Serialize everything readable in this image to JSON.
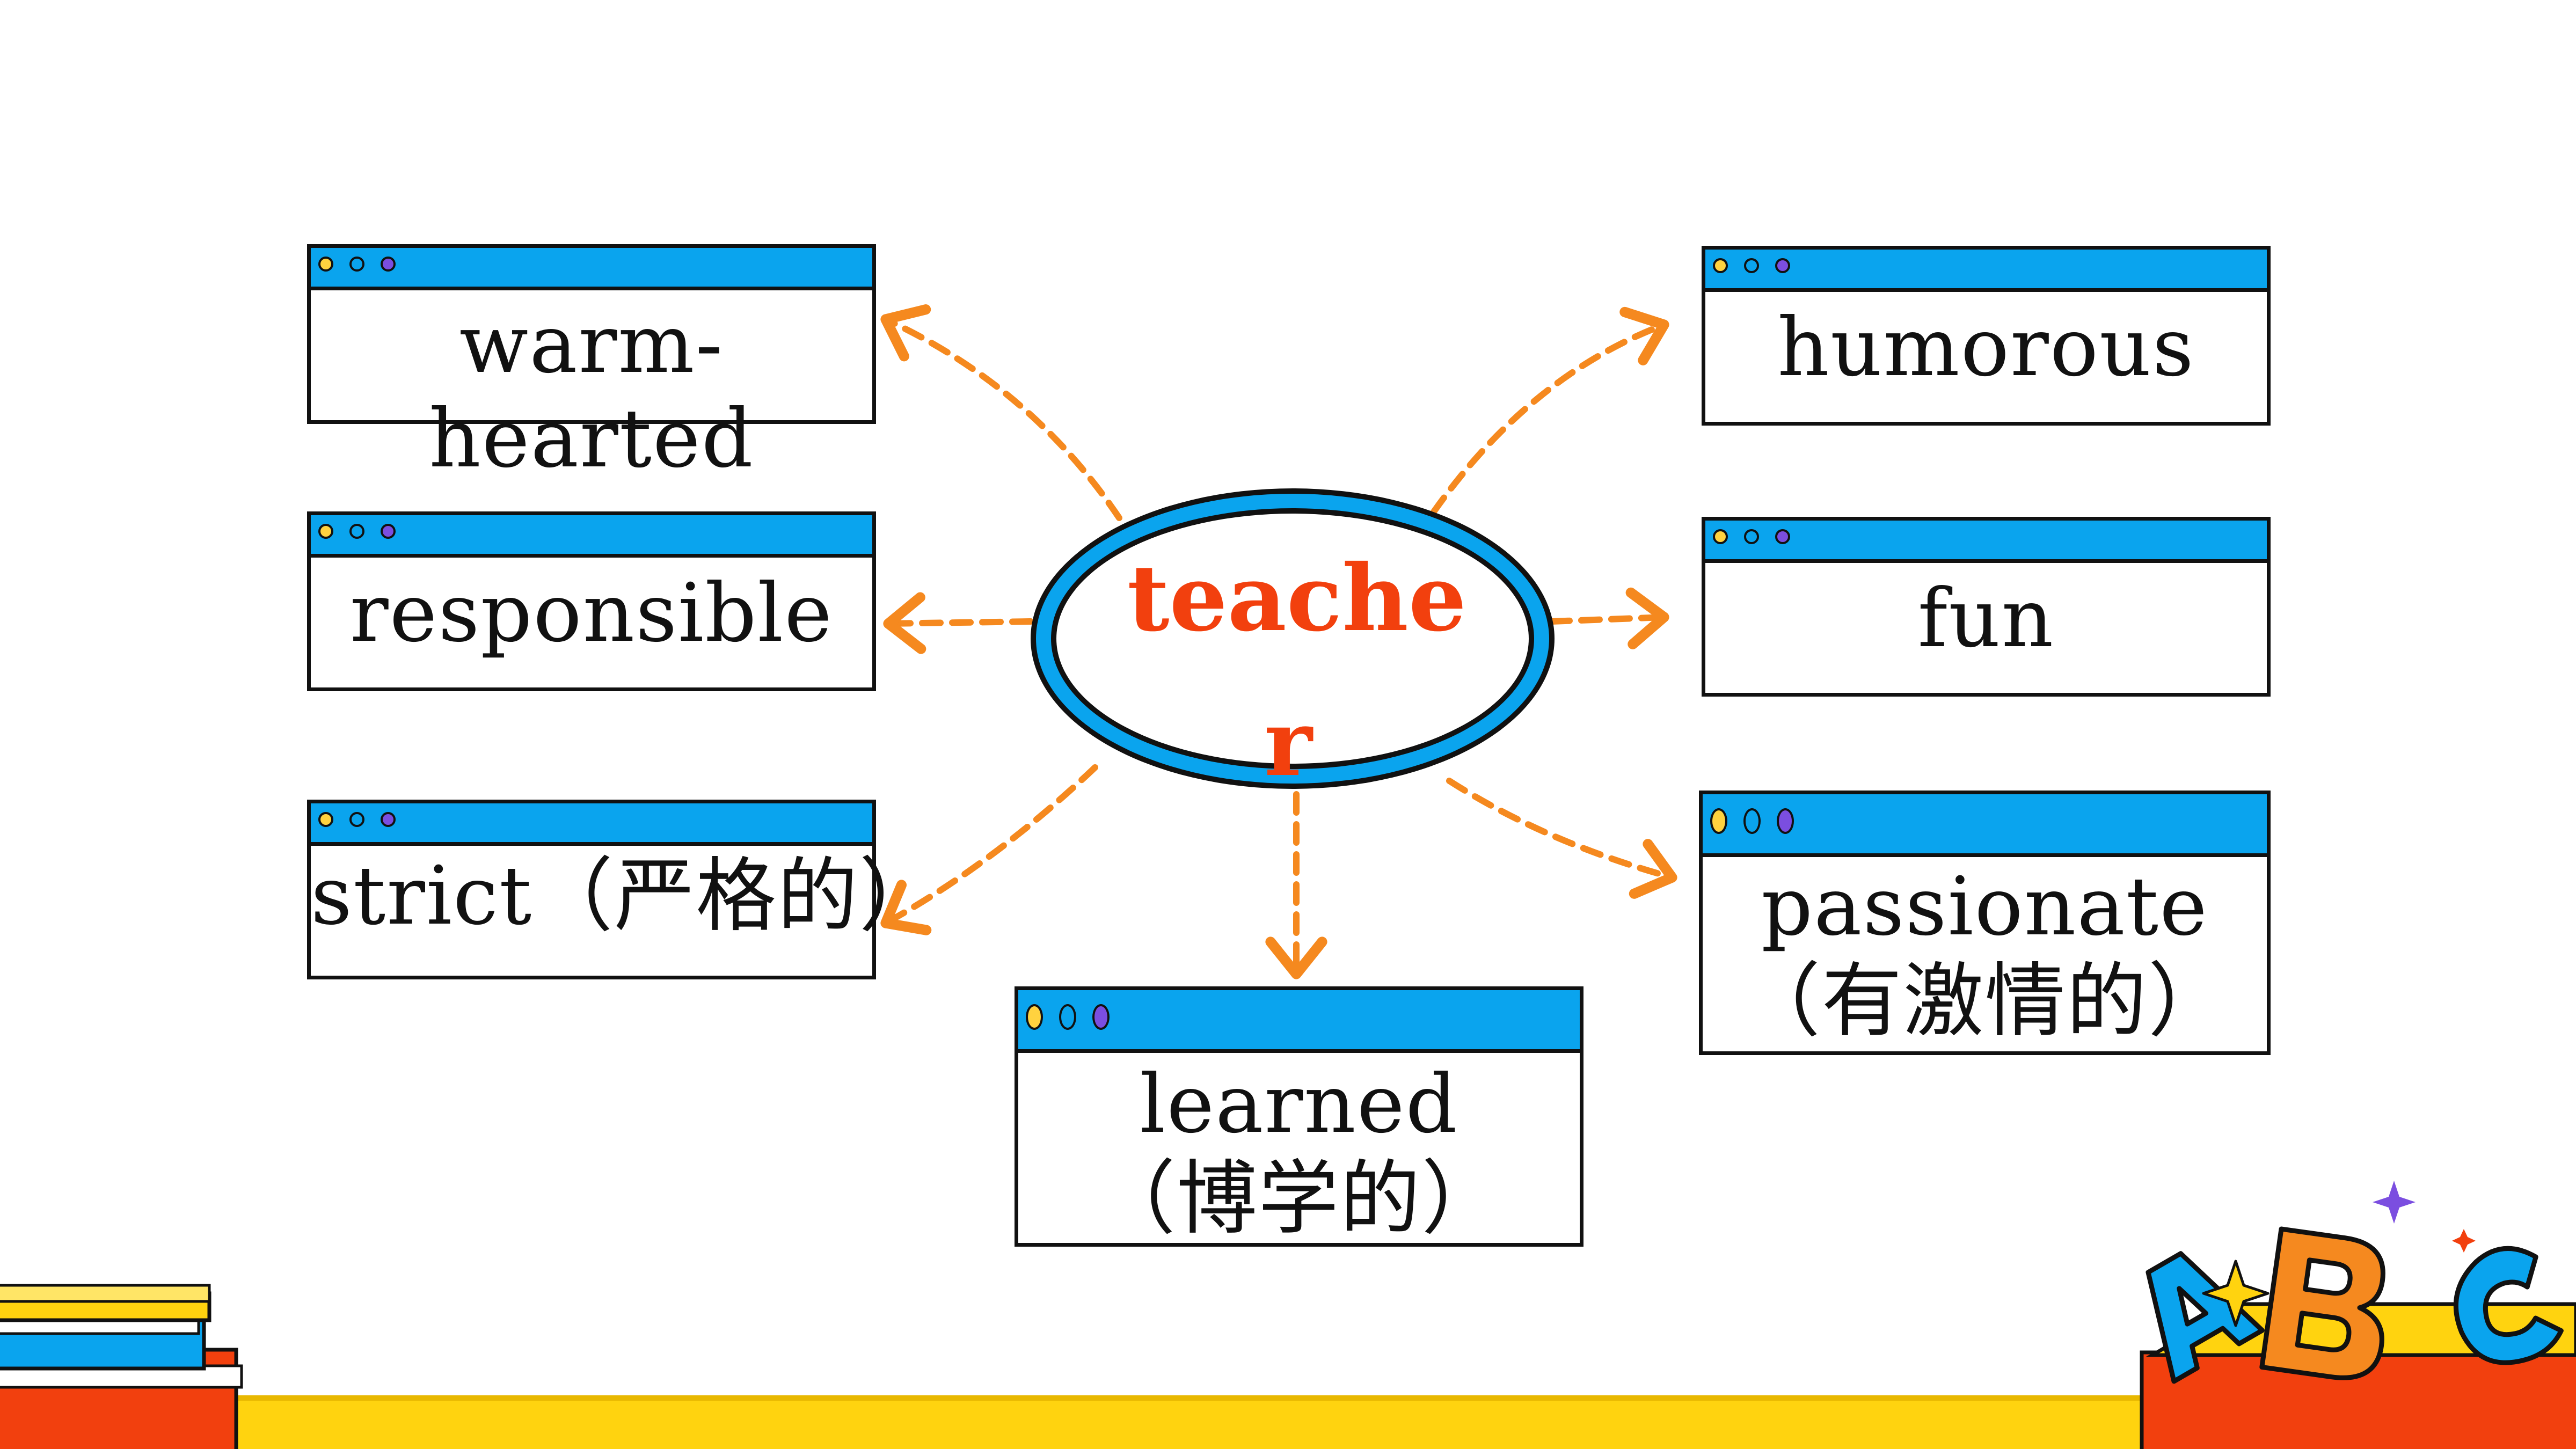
{
  "center": {
    "lines": [
      "teache",
      "r"
    ]
  },
  "nodes": [
    {
      "id": "warm-hearted",
      "lines": [
        "warm-",
        "hearted"
      ]
    },
    {
      "id": "responsible",
      "lines": [
        "responsible"
      ]
    },
    {
      "id": "strict",
      "lines": [
        "strict（严格的）"
      ]
    },
    {
      "id": "learned",
      "lines": [
        "learned",
        "（博学的）"
      ]
    },
    {
      "id": "humorous",
      "lines": [
        "humorous"
      ]
    },
    {
      "id": "fun",
      "lines": [
        "fun"
      ]
    },
    {
      "id": "passionate",
      "lines": [
        "passionate",
        "（有激情的）"
      ]
    }
  ],
  "colors": {
    "hub_text": "#f2400e",
    "hub_ring": "#0aa4ee",
    "card_header": "#0aa4ee",
    "arrow": "#f5891f",
    "bottom_band": "#ffd30f",
    "dot_yellow": "#ffd23f",
    "dot_blue": "#0aa4ee",
    "dot_purple": "#7b4ee0"
  },
  "decorations": {
    "bottom_left": "stack-of-books-icon",
    "bottom_right": "abc-letters-icon",
    "sparkles": "sparkle-star-icon"
  }
}
